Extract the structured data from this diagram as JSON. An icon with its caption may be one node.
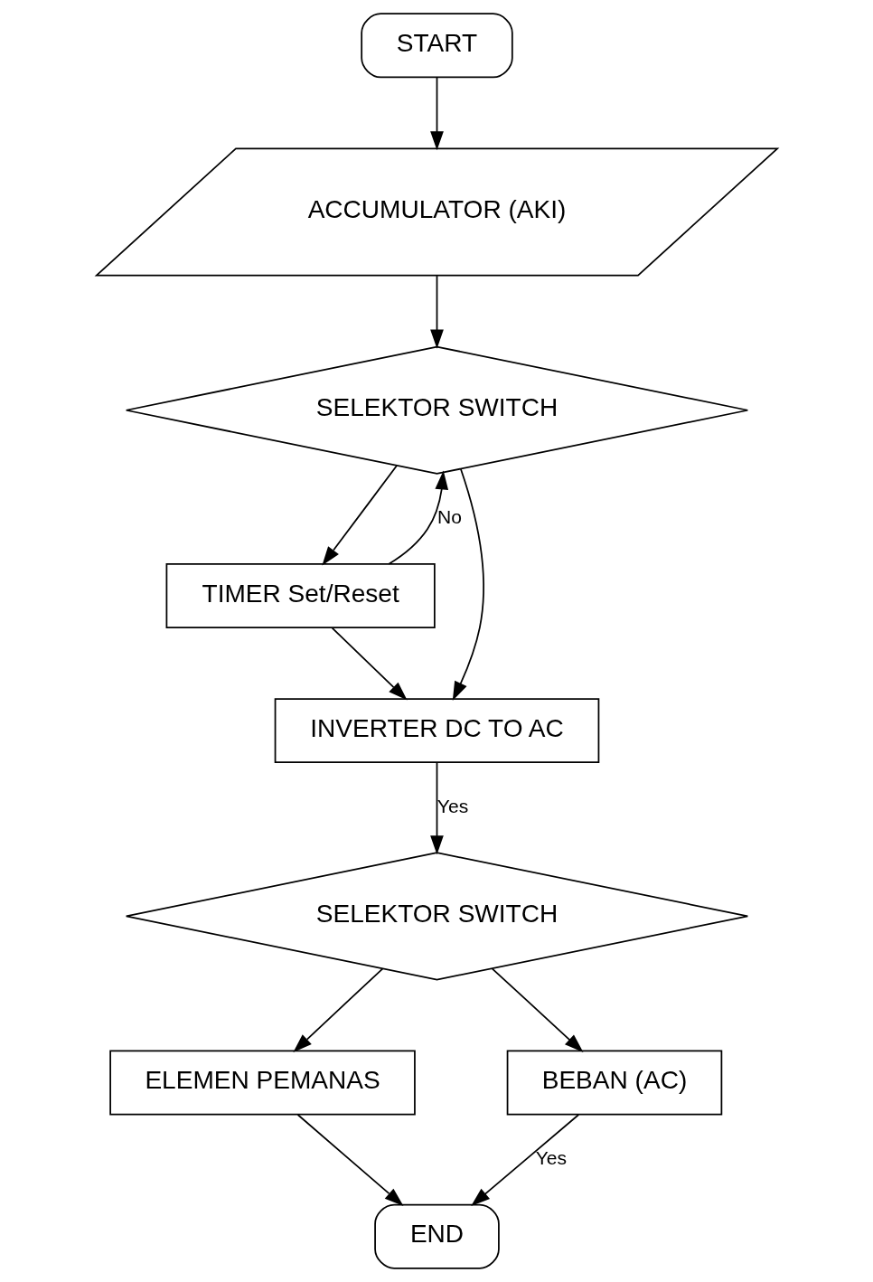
{
  "diagram": {
    "nodes": [
      {
        "text": [
          "START"
        ]
      },
      {
        "text": [
          "ACCUMULATOR (AKI)"
        ]
      },
      {
        "text": [
          "SELEKTOR SWITCH"
        ]
      },
      {
        "text": [
          "TIMER Set/Reset"
        ]
      },
      {
        "text": [
          "INVERTER DC TO AC"
        ]
      },
      {
        "text": [
          "SELEKTOR SWITCH"
        ]
      },
      {
        "text": [
          "ELEMEN PEMANAS"
        ]
      },
      {
        "text": [
          "BEBAN (AC)"
        ]
      },
      {
        "text": [
          "END"
        ]
      }
    ],
    "edges": [
      {
        "from": 0,
        "to": 1,
        "arrow": "to"
      },
      {
        "from": 1,
        "to": 2,
        "arrow": "to"
      },
      {
        "from": 2,
        "to": 3,
        "arrow": "to"
      },
      {
        "from": 3,
        "to": 2,
        "arrow": "to",
        "label": "No"
      },
      {
        "from": 2,
        "to": 4,
        "arrow": "to"
      },
      {
        "from": 3,
        "to": 4,
        "arrow": "to"
      },
      {
        "from": 4,
        "to": 5,
        "arrow": "to",
        "label": "Yes"
      },
      {
        "from": 5,
        "to": 6,
        "arrow": "to"
      },
      {
        "from": 5,
        "to": 7,
        "arrow": "to"
      },
      {
        "from": 6,
        "to": 8,
        "arrow": "to"
      },
      {
        "from": 7,
        "to": 8,
        "arrow": "to",
        "label": "Yes"
      }
    ]
  }
}
